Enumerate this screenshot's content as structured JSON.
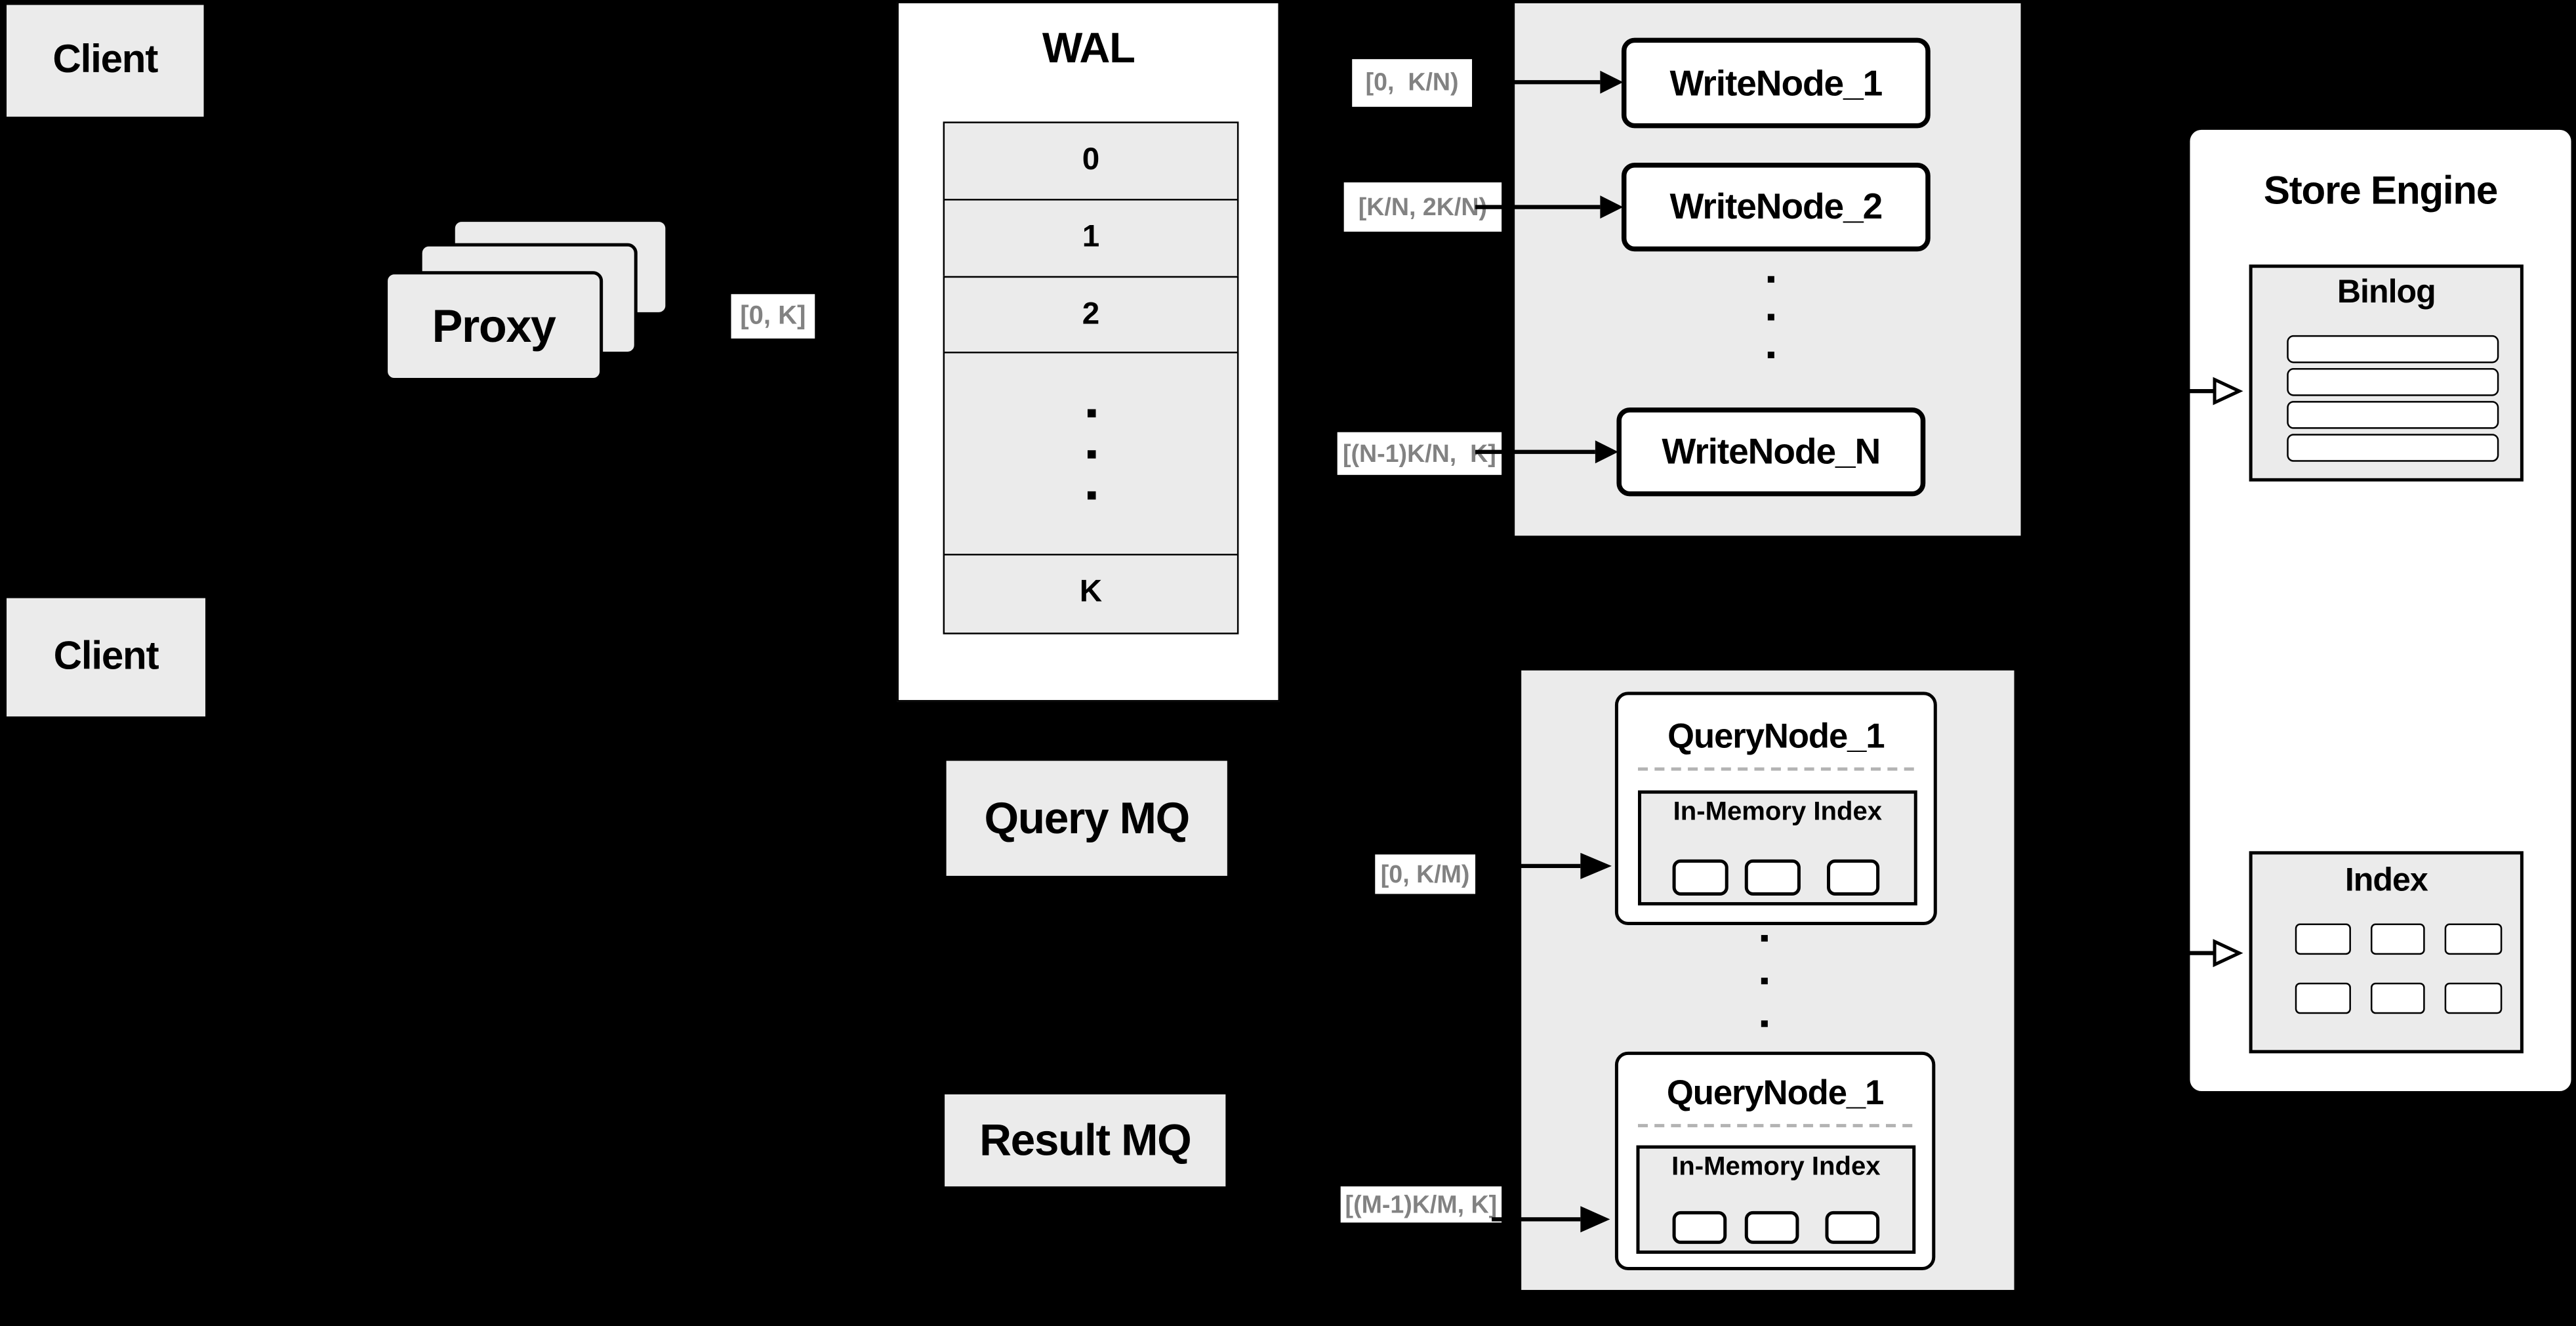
{
  "colors": {
    "background": "#000000",
    "panel_gray": "#ebebeb",
    "panel_white": "#ffffff",
    "border": "#000000",
    "label_text": "#828282",
    "dashed_line": "#b3b3b3"
  },
  "client_top": {
    "label": "Client"
  },
  "client_bottom": {
    "label": "Client"
  },
  "proxy": {
    "label": "Proxy"
  },
  "wal": {
    "title": "WAL",
    "rows": [
      "0",
      "1",
      "2"
    ],
    "last_row": "K"
  },
  "range_labels": {
    "proxy_out": "[0, K]",
    "write_node_1": "[0,  K/N)",
    "write_node_2": "[K/N, 2K/N)",
    "write_node_n": "[(N-1)K/N,  K]",
    "query_node_1": "[0, K/M)",
    "query_node_m": "[(M-1)K/M, K]"
  },
  "write_nodes": {
    "node_1": "WriteNode_1",
    "node_2": "WriteNode_2",
    "node_n": "WriteNode_N"
  },
  "query_mq": {
    "label": "Query MQ"
  },
  "result_mq": {
    "label": "Result MQ"
  },
  "query_nodes": {
    "top": {
      "title": "QueryNode_1",
      "index_title": "In-Memory Index"
    },
    "bottom": {
      "title": "QueryNode_1",
      "index_title": "In-Memory Index"
    }
  },
  "store_engine": {
    "title": "Store Engine",
    "binlog": {
      "title": "Binlog"
    },
    "index": {
      "title": "Index"
    }
  }
}
